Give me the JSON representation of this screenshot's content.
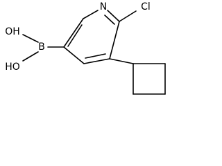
{
  "molecule": {
    "atoms": {
      "n": "N",
      "cl": "Cl",
      "b": "B",
      "oh_top": "OH",
      "ho_bottom": "HO"
    }
  }
}
